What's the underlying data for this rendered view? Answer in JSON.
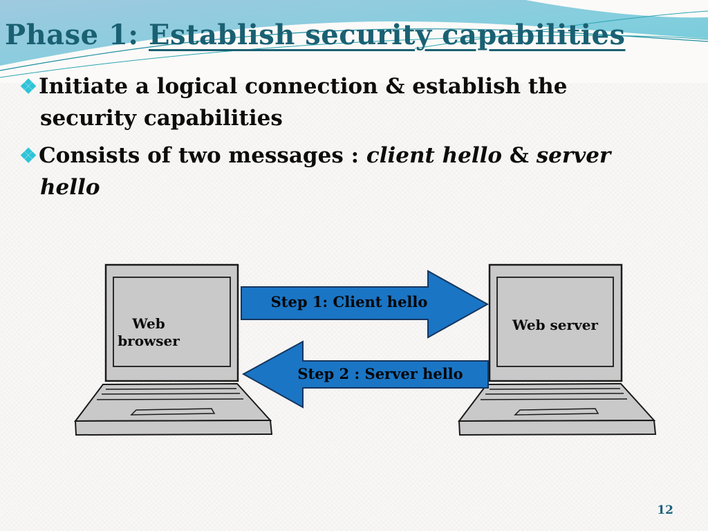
{
  "slide": {
    "title_prefix": "Phase 1: ",
    "title_underlined": "Establish security capabilities",
    "page_number": "12"
  },
  "bullets": {
    "marker_glyph": "❖",
    "items": [
      {
        "segments": [
          {
            "text": "Initiate a logical connection & establish the security capabilities",
            "italic": false
          }
        ]
      },
      {
        "segments": [
          {
            "text": "Consists of two messages : ",
            "italic": false
          },
          {
            "text": "client hello",
            "italic": true
          },
          {
            "text": " & ",
            "italic": false
          },
          {
            "text": "server hello",
            "italic": true
          }
        ]
      }
    ]
  },
  "diagram": {
    "left_device": {
      "label": "Web browser",
      "type": "laptop"
    },
    "right_device": {
      "label": "Web server",
      "type": "laptop"
    },
    "arrows": [
      {
        "label": "Step 1: Client hello",
        "direction": "right",
        "from": "Web browser",
        "to": "Web server"
      },
      {
        "label": "Step 2 : Server hello",
        "direction": "left",
        "from": "Web server",
        "to": "Web browser"
      }
    ]
  },
  "colors": {
    "title_text": "#1a6073",
    "bullet_marker": "#2fc4d8",
    "body_text": "#0c0c0c",
    "arrow_fill": "#1a75c5",
    "arrow_outline": "#16355e",
    "laptop_fill": "#c9c9c9",
    "laptop_outline": "#1a1a1a",
    "header_blue_light": "#9fc9df",
    "header_cyan": "#6fcbd9",
    "page_number_text": "#1b607c"
  }
}
